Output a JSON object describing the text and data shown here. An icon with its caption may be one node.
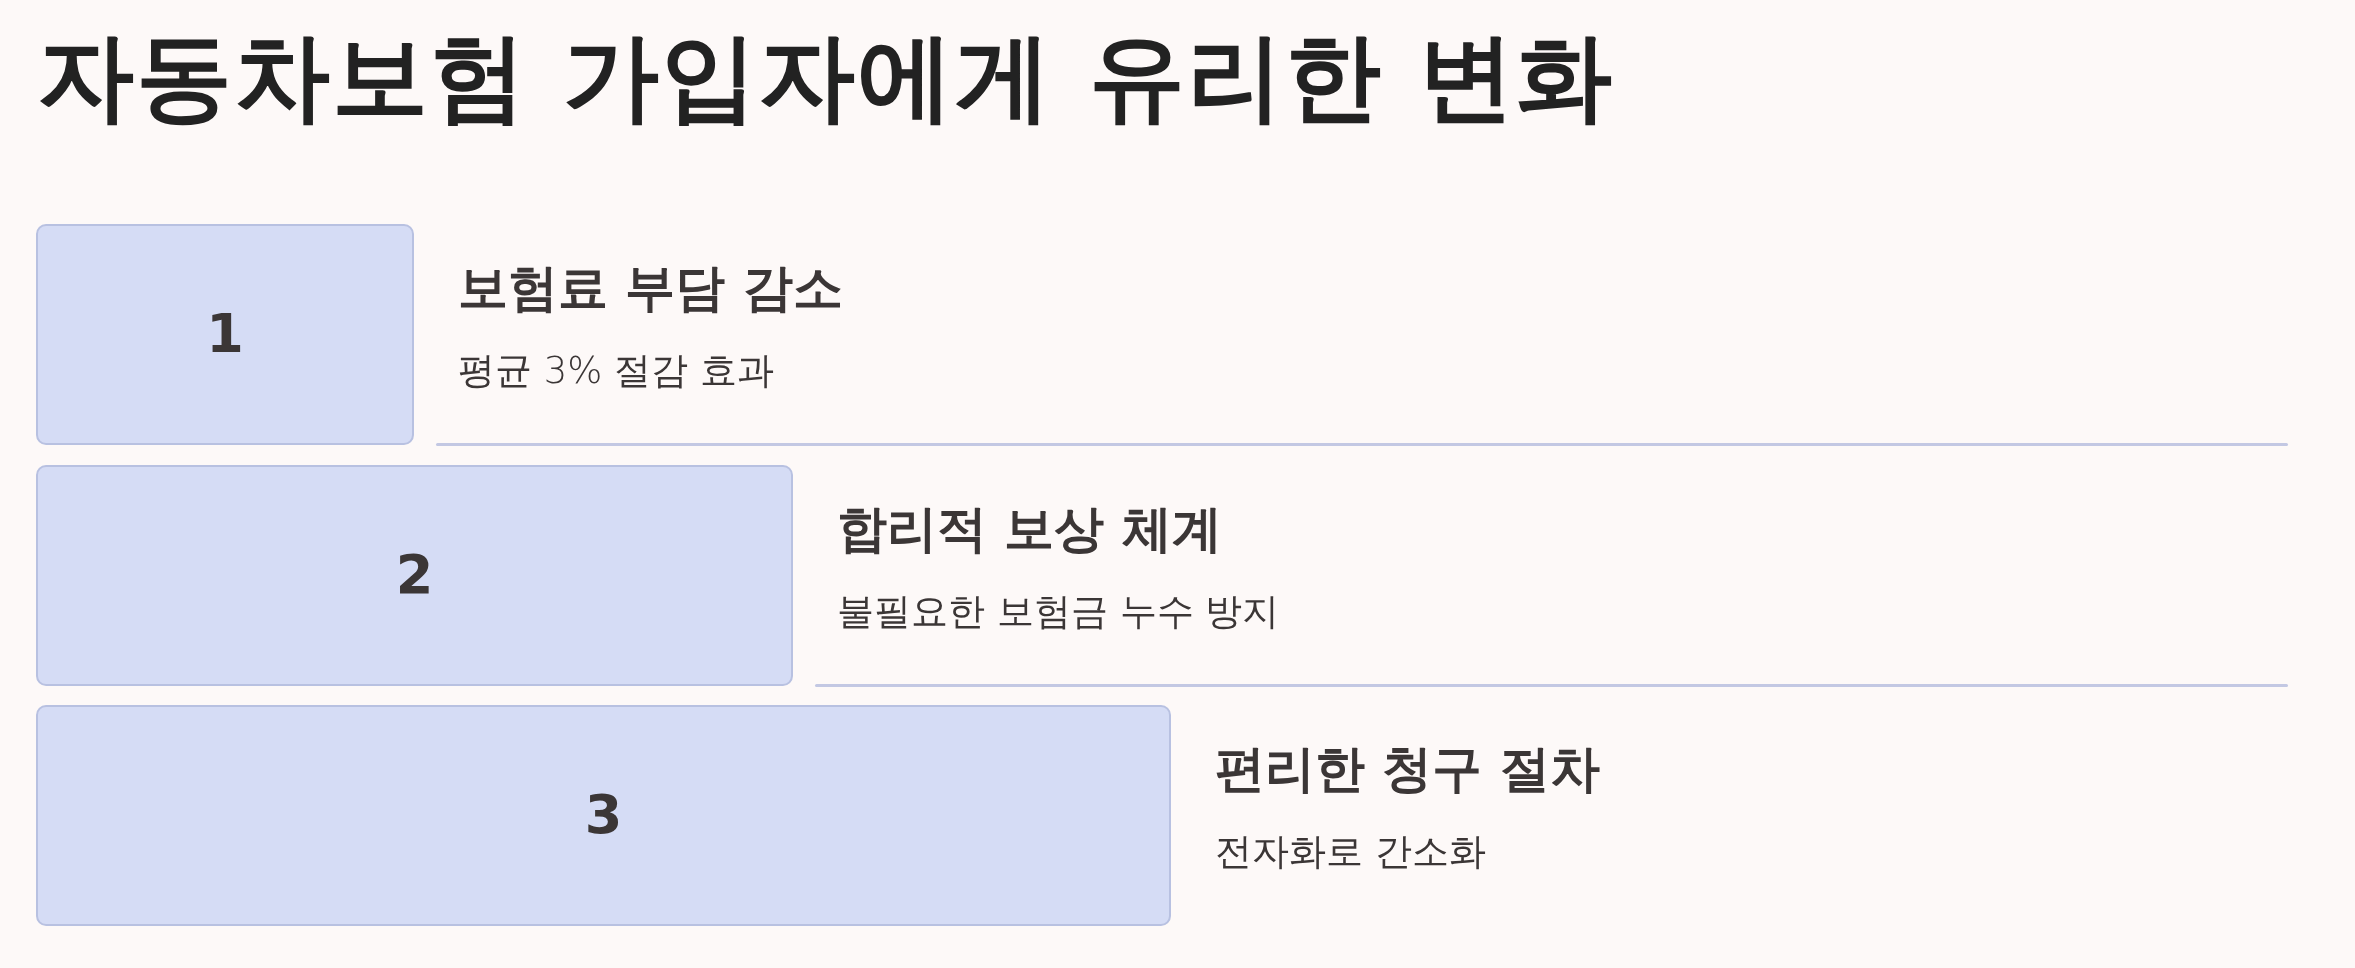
{
  "diagram": {
    "title": "자동차보험 가입자에게 유리한 변화",
    "nodes": [
      {
        "text": [
          "1"
        ],
        "beside": [
          "보험료 부담 감소",
          "평균 3% 절감 효과"
        ]
      },
      {
        "text": [
          "2"
        ],
        "beside": [
          "합리적 보상 체계",
          "불필요한 보험금 누수 방지"
        ]
      },
      {
        "text": [
          "3"
        ],
        "beside": [
          "편리한 청구 절차",
          "전자화로 간소화"
        ]
      }
    ]
  }
}
